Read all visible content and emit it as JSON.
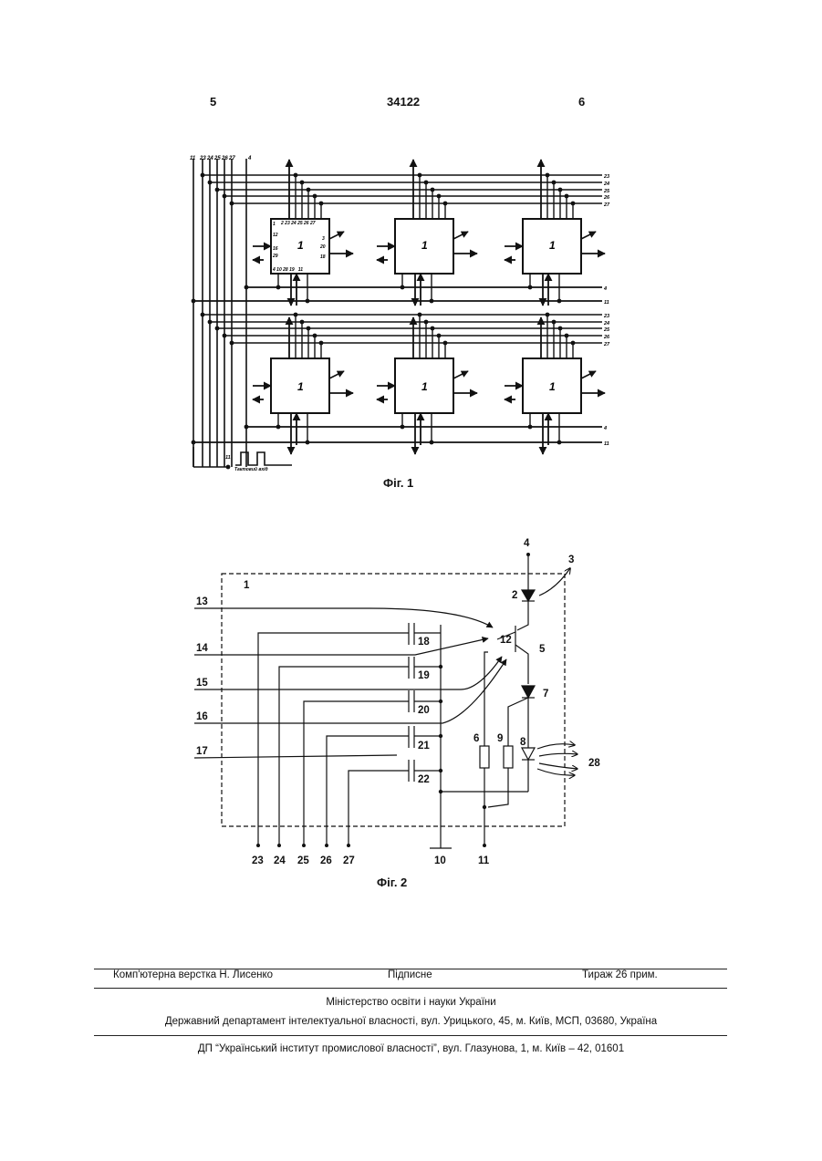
{
  "header": {
    "left_page": "5",
    "patent_number": "34122",
    "right_page": "6"
  },
  "figure1": {
    "caption": "Фіг. 1",
    "top_bus_labels": [
      "11",
      "23",
      "24",
      "25",
      "26",
      "27",
      "4"
    ],
    "right_bus_labels_top": [
      "23",
      "24",
      "25",
      "26",
      "27"
    ],
    "right_bus_labels_mid": [
      "4",
      "11"
    ],
    "right_bus_labels_bottom": [
      "4",
      "11"
    ],
    "block_label": "1",
    "first_block_pins": {
      "top": "2 23 24 25 26 27",
      "left_top": "12",
      "left_mid": "16",
      "left_low": "29",
      "right_top": "3",
      "right_mid": "20",
      "right_low": "18",
      "bottom": "4 10 28 19   11",
      "corner": "1"
    },
    "clock_node": "11",
    "clock_label": "Тактовий вхід"
  },
  "figure2": {
    "caption": "Фіг. 2",
    "block_label": "1",
    "inputs": [
      "13",
      "14",
      "15",
      "16",
      "17"
    ],
    "capacitors": [
      "18",
      "19",
      "20",
      "21",
      "22"
    ],
    "bottom_terminals": [
      "23",
      "24",
      "25",
      "26",
      "27",
      "10",
      "11"
    ],
    "top_terminal": "4",
    "arrow_label": "3",
    "diode_2": "2",
    "transistor_base": "12",
    "transistor": "5",
    "diode_7": "7",
    "resistor_6": "6",
    "resistor_9": "9",
    "led_8": "8",
    "light_output": "28"
  },
  "footer": {
    "layout": "Комп'ютерна верстка Н. Лисенко",
    "signed": "Підписне",
    "run": "Тираж 26 прим.",
    "ministry": "Міністерство освіти і науки України",
    "department": "Державний департамент інтелектуальної власності, вул. Урицького, 45, м. Київ, МСП, 03680, Україна",
    "institute": "ДП “Український інститут промислової власності”, вул. Глазунова, 1, м. Київ – 42, 01601"
  }
}
